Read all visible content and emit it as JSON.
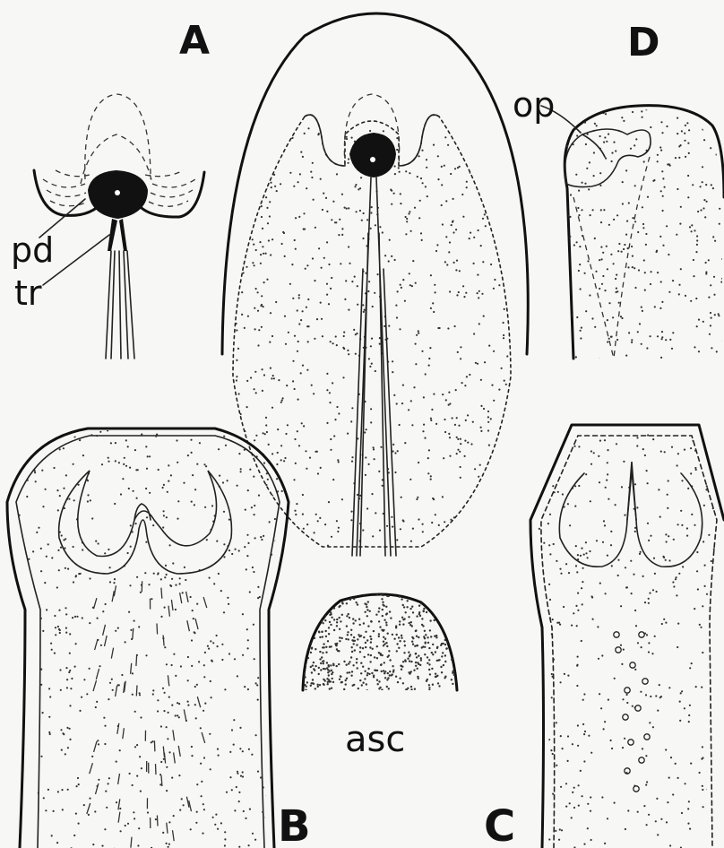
{
  "panels": [
    {
      "id": "A",
      "letter": "A"
    },
    {
      "id": "B",
      "letter": "B"
    },
    {
      "id": "C",
      "letter": "C"
    },
    {
      "id": "D",
      "letter": "D"
    }
  ],
  "labels": {
    "pd": "pd",
    "tr": "tr",
    "op": "op",
    "asc": "asc"
  },
  "colors": {
    "ink": "#111111",
    "background": "#f7f7f5"
  }
}
